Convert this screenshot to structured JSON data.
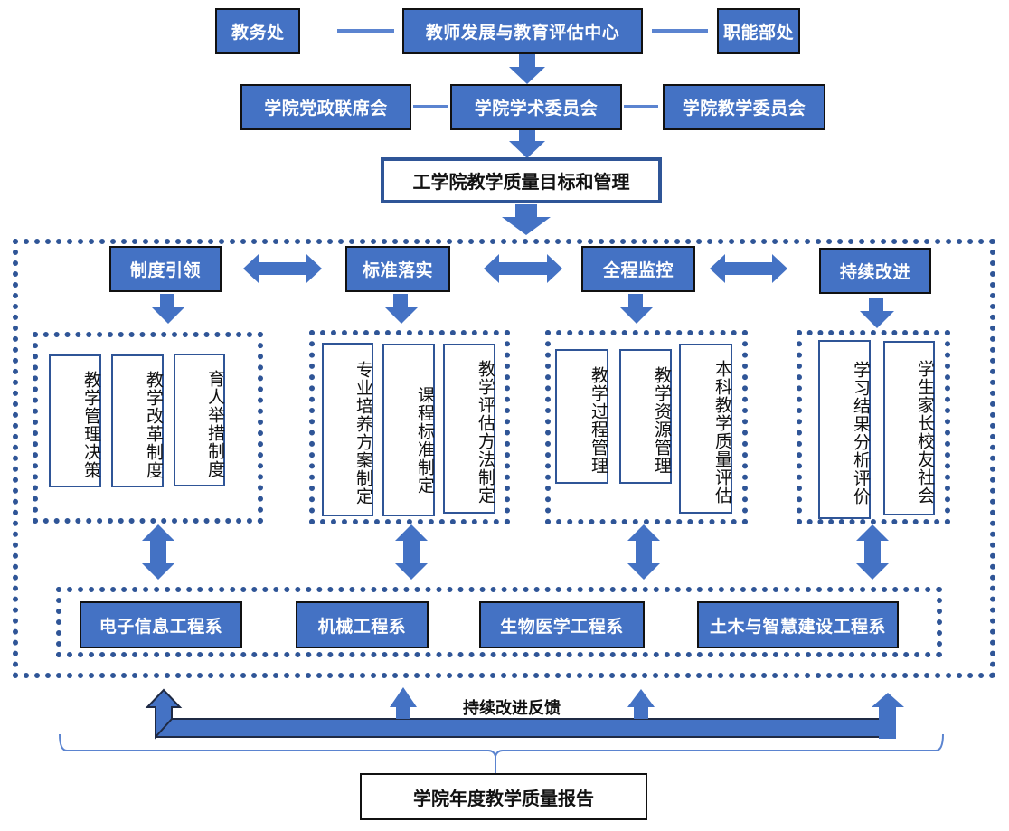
{
  "top_row": {
    "left": "教务处",
    "center": "教师发展与教育评估中心",
    "right": "职能部处"
  },
  "second_row": {
    "left": "学院党政联席会",
    "center": "学院学术委员会",
    "right": "学院教学委员会"
  },
  "goal_box": "工学院教学质量目标和管理",
  "pillars": [
    {
      "title": "制度引领",
      "items": [
        "教学管理决策",
        "教学改革制度",
        "育人举措制度"
      ]
    },
    {
      "title": "标准落实",
      "items": [
        "专业培养方案制定",
        "课程标准制定",
        "教学评估方法制定"
      ]
    },
    {
      "title": "全程监控",
      "items": [
        "教学过程管理",
        "教学资源管理",
        "本科教学质量评估"
      ]
    },
    {
      "title": "持续改进",
      "items": [
        "学习结果分析评价",
        "学生家长校友社会"
      ]
    }
  ],
  "departments": [
    "电子信息工程系",
    "机械工程系",
    "生物医学工程系",
    "土木与智慧建设工程系"
  ],
  "feedback_label": "持续改进反馈",
  "report_box": "学院年度教学质量报告",
  "colors": {
    "box_fill": "#4472c4",
    "dotted_border": "#2f5597",
    "connector_line": "#5b84d0"
  }
}
